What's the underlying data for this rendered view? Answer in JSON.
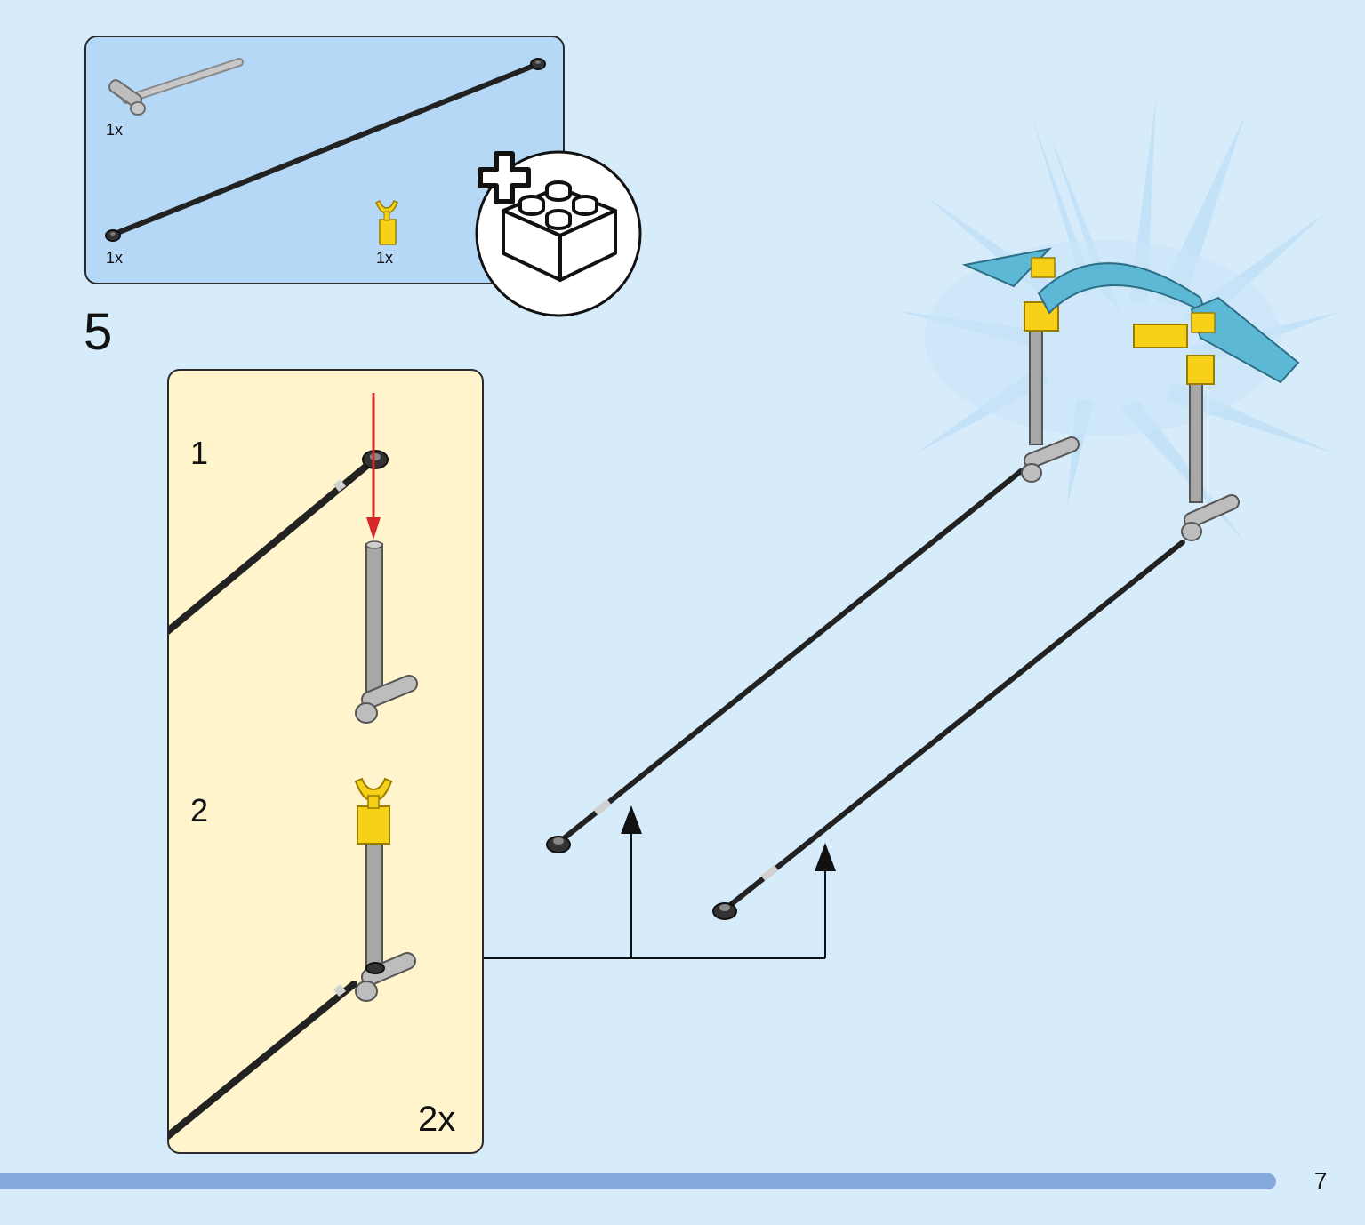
{
  "parts": [
    {
      "name": "gray-bar-with-clip",
      "qty": "1x"
    },
    {
      "name": "black-bar-with-ring",
      "qty": "1x"
    },
    {
      "name": "yellow-clip",
      "qty": "1x"
    }
  ],
  "add_bag_icon": "plus-brick-icon",
  "step": {
    "number": "5"
  },
  "substeps": [
    {
      "number": "1"
    },
    {
      "number": "2"
    }
  ],
  "multiplier": "2x",
  "page_number": "7",
  "colors": {
    "page_bg": "#d6ecfa",
    "parts_bg": "#b4d8f5",
    "substep_bg": "#fff4cc",
    "page_bar": "#86a9dc",
    "arrow_red": "#d62828",
    "brick_yellow": "#f7d117",
    "arch_blue": "#5db8d6"
  }
}
